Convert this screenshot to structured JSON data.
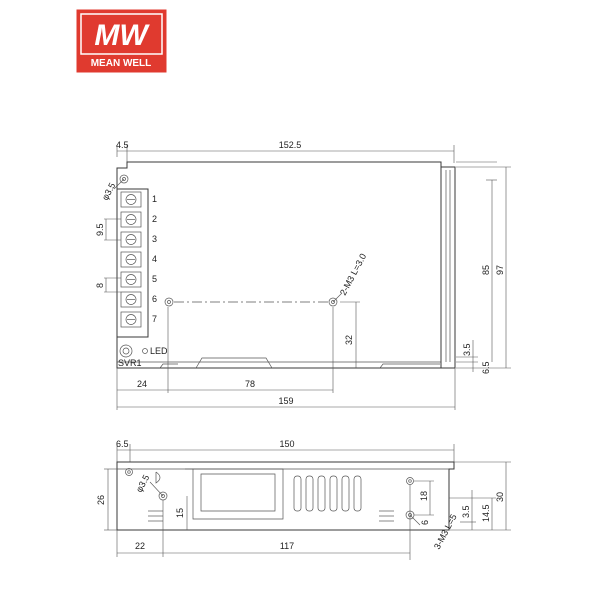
{
  "logo": {
    "mark": "MW",
    "brand": "MEAN WELL",
    "color": "#e03a2f"
  },
  "top_view": {
    "dims": {
      "offset_left": "4.5",
      "width_top": "152.5",
      "hole_dia": "φ3.5",
      "pin_pitch": "9.5",
      "pin_width": "8",
      "mount_holes": "2-M3 L=3.0",
      "hole_height": "32",
      "inner_height": "85",
      "outer_height": "97",
      "right_step": "3.5",
      "bottom_step": "6.5",
      "left_spacing": "24",
      "hole_spacing": "78",
      "total_width": "159"
    },
    "terminals": [
      "1",
      "2",
      "3",
      "4",
      "5",
      "6",
      "7"
    ],
    "led_label": "LED",
    "svr_label": "SVR1"
  },
  "side_view": {
    "dims": {
      "offset_left": "6.5",
      "width": "150",
      "height_outer": "26",
      "hole_dia": "φ3.5",
      "slot_height": "15",
      "hole_spacing_v": "18",
      "right_height": "30",
      "right_sub": "14.5",
      "right_small": "3.5",
      "hole_offset": "6",
      "mount_holes": "3-M3 L=5",
      "left_spacing": "22",
      "hole_spacing_h": "117"
    }
  },
  "icons": [
    "meanwell-logo-icon"
  ]
}
